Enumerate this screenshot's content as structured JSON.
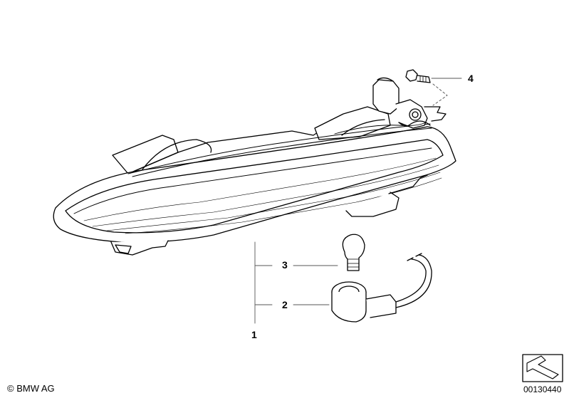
{
  "callouts": {
    "c1": "1",
    "c2": "2",
    "c3": "3",
    "c4": "4"
  },
  "footer": {
    "copyright": "© BMW AG",
    "diagram_id": "00130440"
  },
  "colors": {
    "line": "#000000",
    "leader": "#555555",
    "background": "#ffffff"
  }
}
